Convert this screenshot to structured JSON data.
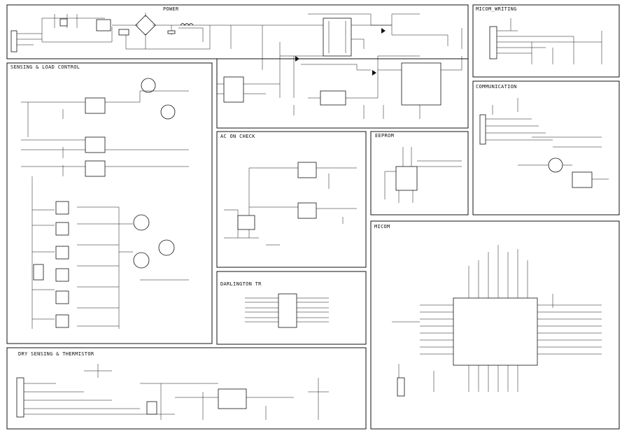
{
  "sheet": {
    "sections": {
      "power": "POWER",
      "sensing_load": "SENSING & LOAD CONTROL",
      "ac_on_check": "AC ON CHECK",
      "darlington": "DARLINGTON TR",
      "dry_sensing": "DRY SENSING & THERMISTOR",
      "micom_writing": "MICOM_WRITING",
      "communication": "COMMUNICATION",
      "eeprom": "EEPROM",
      "micom": "MICOM"
    }
  }
}
